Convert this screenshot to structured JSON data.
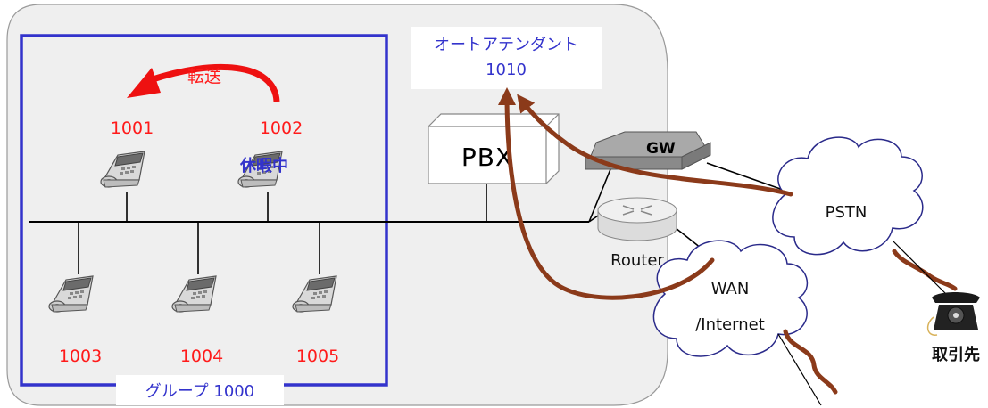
{
  "attendant": {
    "title": "オートアテンダント",
    "number": "1010"
  },
  "group": {
    "label": "グループ 1000"
  },
  "transfer": {
    "label": "転送"
  },
  "vacation": {
    "label": "休暇中"
  },
  "phones": [
    "1001",
    "1002",
    "1003",
    "1004",
    "1005"
  ],
  "devices": {
    "pbx": "PBX",
    "gw": "GW",
    "router": "Router"
  },
  "clouds": {
    "pstn": "PSTN",
    "wan_line1": "WAN",
    "wan_line2": "/Internet"
  },
  "partner": {
    "label": "取引先"
  },
  "colors": {
    "group_border": "#3333cc",
    "call_path": "#8b3a1a",
    "number_text": "#ff1a1a",
    "transfer_arrow": "#ee1111"
  }
}
